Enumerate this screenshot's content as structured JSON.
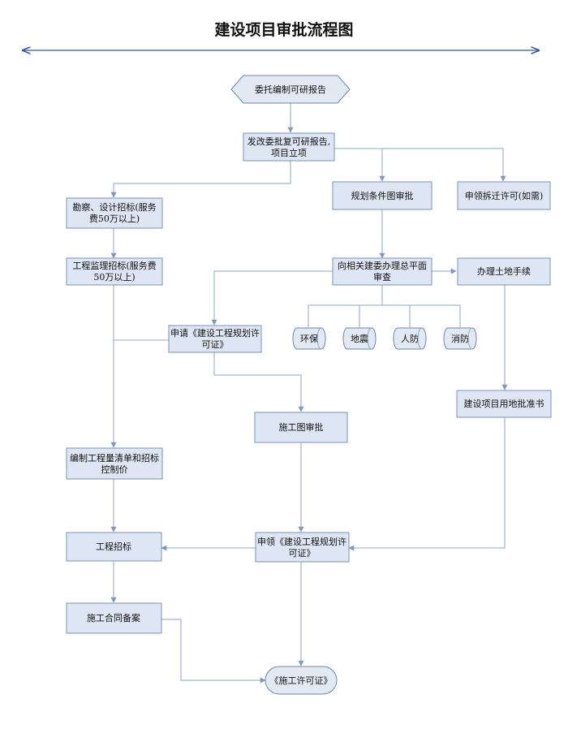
{
  "title": "建设项目审批流程图",
  "nodes": {
    "entrust": {
      "lines": [
        "委托编制可研报告"
      ]
    },
    "approve": {
      "lines": [
        "发改委批复可研报告,",
        "项目立项"
      ]
    },
    "survey": {
      "lines": [
        "勘察、设计招标(服务",
        "费50万以上)"
      ]
    },
    "planning": {
      "lines": [
        "规划条件图审批"
      ]
    },
    "demolition": {
      "lines": [
        "申领拆迁许可(如需)"
      ]
    },
    "supervision": {
      "lines": [
        "工程监理招标(服务费",
        "50万以上)"
      ]
    },
    "review": {
      "lines": [
        "向相关建委办理总平面",
        "审查"
      ]
    },
    "land": {
      "lines": [
        "办理土地手续"
      ]
    },
    "env": {
      "lines": [
        "环保"
      ]
    },
    "quake": {
      "lines": [
        "地震"
      ]
    },
    "defense": {
      "lines": [
        "人防"
      ]
    },
    "fire": {
      "lines": [
        "消防"
      ]
    },
    "apply_permit": {
      "lines": [
        "申请《建设工程规划许",
        "可证》"
      ]
    },
    "land_book": {
      "lines": [
        "建设项目用地批准书"
      ]
    },
    "construction_drawing": {
      "lines": [
        "施工图审批"
      ]
    },
    "bill": {
      "lines": [
        "编制工程量清单和招标",
        "控制价"
      ]
    },
    "tender": {
      "lines": [
        "工程招标"
      ]
    },
    "receive_permit": {
      "lines": [
        "申领《建设工程规划许",
        "可证》"
      ]
    },
    "contract": {
      "lines": [
        "施工合同备案"
      ]
    },
    "construction_permit": {
      "lines": [
        "《施工许可证》"
      ]
    }
  },
  "colors": {
    "box_fill": "#dde6f2",
    "box_stroke": "#7a93b8",
    "connector": "#8ea6c9",
    "title_arrow": "#2e5aa8"
  }
}
